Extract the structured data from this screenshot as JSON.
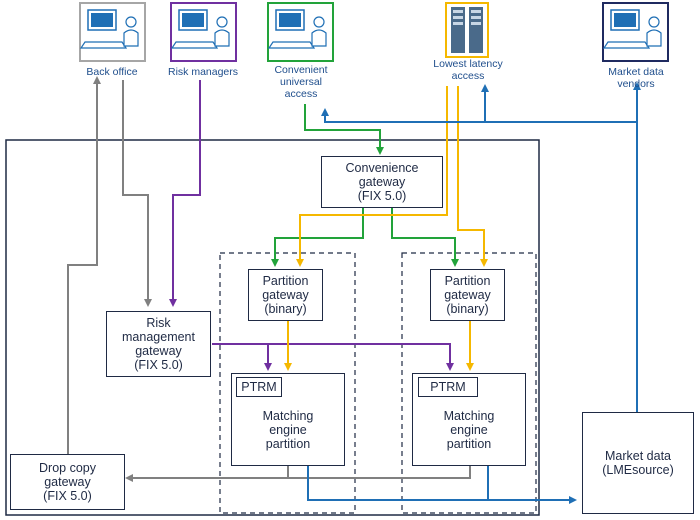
{
  "actors": {
    "back_office": "Back office",
    "risk_managers": "Risk managers",
    "convenient_access": "Convenient\nuniversal\naccess",
    "lowest_latency": "Lowest latency\naccess",
    "market_data_vendors": "Market data\nvendors"
  },
  "components": {
    "convenience_gateway": "Convenience\ngateway\n(FIX 5.0)",
    "partition_gateway_1": "Partition\ngateway\n(binary)",
    "partition_gateway_2": "Partition\ngateway\n(binary)",
    "risk_management_gateway": "Risk\nmanagement\ngateway\n(FIX 5.0)",
    "ptrm_1": "PTRM",
    "ptrm_2": "PTRM",
    "matching_engine_1": "Matching\nengine\npartition",
    "matching_engine_2": "Matching\nengine\npartition",
    "drop_copy_gateway": "Drop copy\ngateway\n(FIX 5.0)",
    "market_data": "Market data\n(LMEsource)"
  },
  "colors": {
    "gray": "#808080",
    "purple": "#7030a0",
    "green": "#22a33a",
    "orange": "#f5b800",
    "blue": "#1f6fb5",
    "dark": "#1f2a44"
  }
}
